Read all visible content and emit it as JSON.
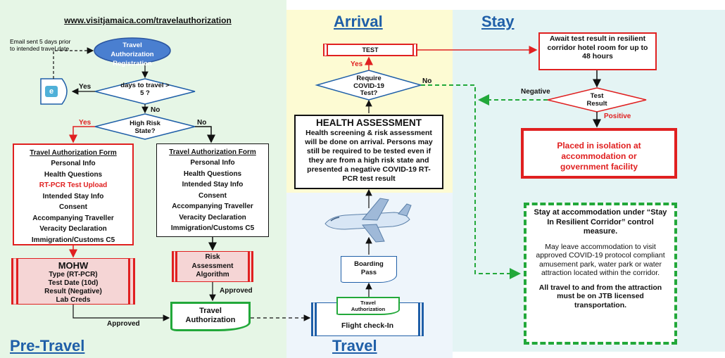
{
  "url": "www.visitjamaica.com/travelauthorization",
  "sections": {
    "pre_travel": "Pre-Travel",
    "arrival": "Arrival",
    "stay": "Stay",
    "travel": "Travel"
  },
  "pre_travel": {
    "email_note": "Email sent 5 days prior to intended travel date",
    "registration": "Travel Authorization Registration",
    "days_decision": "days to travel > 5 ?",
    "yes1": "Yes",
    "no1": "No",
    "high_risk_decision": "High Risk State?",
    "yes2": "Yes",
    "no2": "No",
    "form_high": {
      "title": "Travel Authorization  Form",
      "items": [
        "Personal Info",
        "Health Questions",
        "RT-PCR Test Upload",
        "Intended Stay Info",
        "Consent",
        "Accompanying Traveller",
        "Veracity Declaration",
        "Immigration/Customs  C5"
      ]
    },
    "form_low": {
      "title": "Travel Authorization  Form",
      "items": [
        "Personal Info",
        "Health Questions",
        "Intended  Stay Info",
        "Consent",
        "Accompanying Traveller",
        "Veracity Declaration",
        "Immigration/Customs  C5"
      ]
    },
    "mohw": {
      "title": "MOHW",
      "lines": [
        "Type (RT-PCR)",
        "Test Date (10d)",
        "Result (Negative)",
        "Lab Creds"
      ]
    },
    "risk": "Risk Assessment Algorithm",
    "approved1": "Approved",
    "approved2": "Approved",
    "travel_auth": "Travel Authorization"
  },
  "travel": {
    "checkin_label": "Flight  check-In",
    "checkin_doc": "Travel Authorization",
    "boarding": "Boarding Pass"
  },
  "arrival": {
    "test": "TEST",
    "yes": "Yes",
    "no": "No",
    "require_decision": "Require COVID-19 Test?",
    "health_title": "HEALTH ASSESSMENT",
    "health_text": "Health screening & risk assessment will be done on arrival. Persons may still be required to be tested even if they are from a high risk state and presented a negative COVID-19 RT-PCR test result"
  },
  "stay": {
    "await": "Await test result in resilient corridor hotel room for up to 48 hours",
    "negative": "Negative",
    "positive": "Positive",
    "test_result": "Test Result",
    "isolation": "Placed in isolation at accommodation or government facility",
    "corridor_title": "Stay at accommodation under “Stay In Resilient Corridor” control measure.",
    "corridor_p1": "May leave accommodation to visit approved COVID-19 protocol compliant amusement park, water park or water attraction located within the corridor.",
    "corridor_p2": "All travel to and from the attraction must be on JTB licensed transportation."
  },
  "colors": {
    "pretravel_bg": "#e6f6e6",
    "arrival_bg": "#fdfbd3",
    "stay_bg": "#e4f4f4",
    "travel_bg": "#eef5fb",
    "red": "#e02020",
    "green": "#22a83a",
    "blue": "#1f5fa8",
    "pink": "#f5d5d5",
    "oval": "#4a7fd0"
  }
}
